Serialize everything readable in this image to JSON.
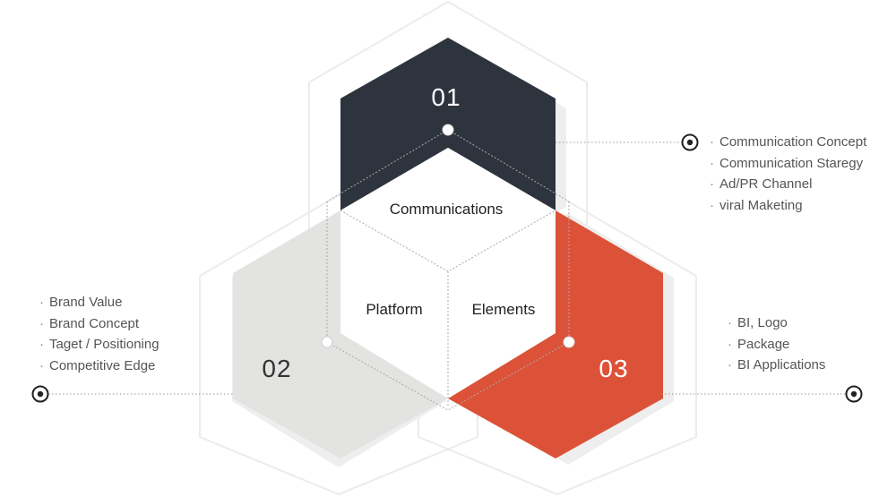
{
  "colors": {
    "hex01": "#2e343d",
    "hex02": "#e3e3e2",
    "hex03": "#dc5238",
    "outline": "#eeeeee",
    "shadow": "#eeeeee",
    "dotted_line": "#999999",
    "text": "#555555"
  },
  "center": {
    "top": "Communications",
    "left": "Platform",
    "right": "Elements"
  },
  "hexagons": [
    {
      "id": "01",
      "number": "01",
      "name": "Communications"
    },
    {
      "id": "02",
      "number": "02",
      "name": "Platform"
    },
    {
      "id": "03",
      "number": "03",
      "name": "Elements"
    }
  ],
  "lists": {
    "communications": [
      "Communication Concept",
      "Communication Staregy",
      "Ad/PR Channel",
      "viral Maketing"
    ],
    "platform": [
      "Brand Value",
      "Brand Concept",
      "Taget / Positioning",
      "Competitive Edge"
    ],
    "elements": [
      "BI, Logo",
      "Package",
      "BI Applications"
    ]
  },
  "bullet_glyph": "·",
  "icons": {
    "marker": "target-marker-icon",
    "node": "node-dot-icon"
  }
}
